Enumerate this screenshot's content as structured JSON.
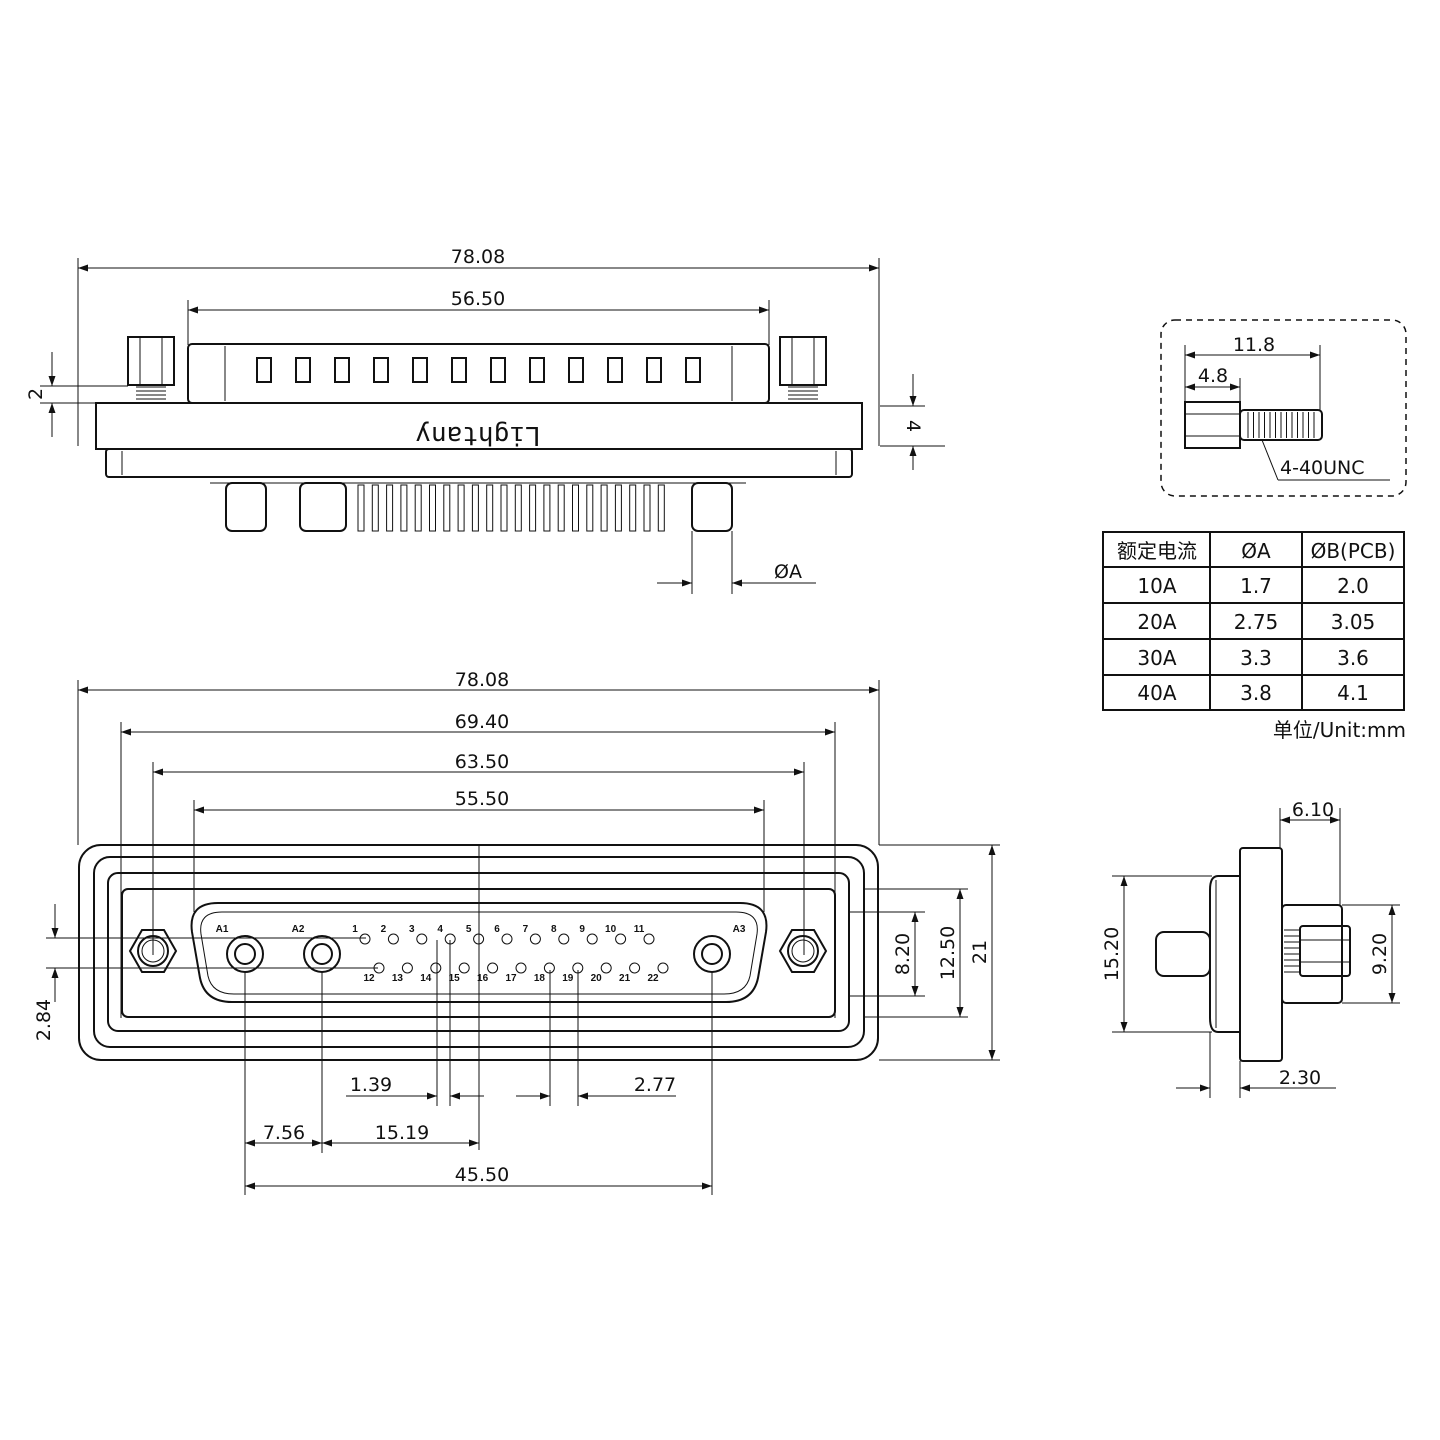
{
  "top_view": {
    "logo": "Lightany",
    "dims": {
      "overall_width": "78.08",
      "shell_width": "56.50",
      "flange_step": "2",
      "flange_thickness": "4",
      "pin_diameter": "ØA"
    }
  },
  "front_view": {
    "dims": {
      "overall_width": "78.08",
      "mount_outer": "69.40",
      "mount_hole_spacing": "63.50",
      "shell_opening": "55.50",
      "rows_offset": "2.84",
      "height_8_20": "8.20",
      "height_12_50": "12.50",
      "height_21": "21",
      "pitch_1_39": "1.39",
      "pitch_2_77": "2.77",
      "a1_a2": "7.56",
      "a2_center": "15.19",
      "a1_a3": "45.50"
    },
    "coax_labels": [
      "A1",
      "A2",
      "A3"
    ],
    "row1_pins": [
      "1",
      "2",
      "3",
      "4",
      "5",
      "6",
      "7",
      "8",
      "9",
      "10",
      "11"
    ],
    "row2_pins": [
      "12",
      "13",
      "14",
      "15",
      "16",
      "17",
      "18",
      "19",
      "20",
      "21",
      "22"
    ]
  },
  "screw_detail": {
    "length": "11.8",
    "hex_length": "4.8",
    "thread": "4-40UNC"
  },
  "side_view": {
    "dims": {
      "depth": "6.10",
      "height_15_20": "15.20",
      "height_9_20": "9.20",
      "flange": "2.30"
    }
  },
  "spec_table": {
    "headers": [
      "额定电流",
      "ØA",
      "ØB(PCB)"
    ],
    "rows": [
      [
        "10A",
        "1.7",
        "2.0"
      ],
      [
        "20A",
        "2.75",
        "3.05"
      ],
      [
        "30A",
        "3.3",
        "3.6"
      ],
      [
        "40A",
        "3.8",
        "4.1"
      ]
    ],
    "unit_note": "单位/Unit:mm"
  }
}
